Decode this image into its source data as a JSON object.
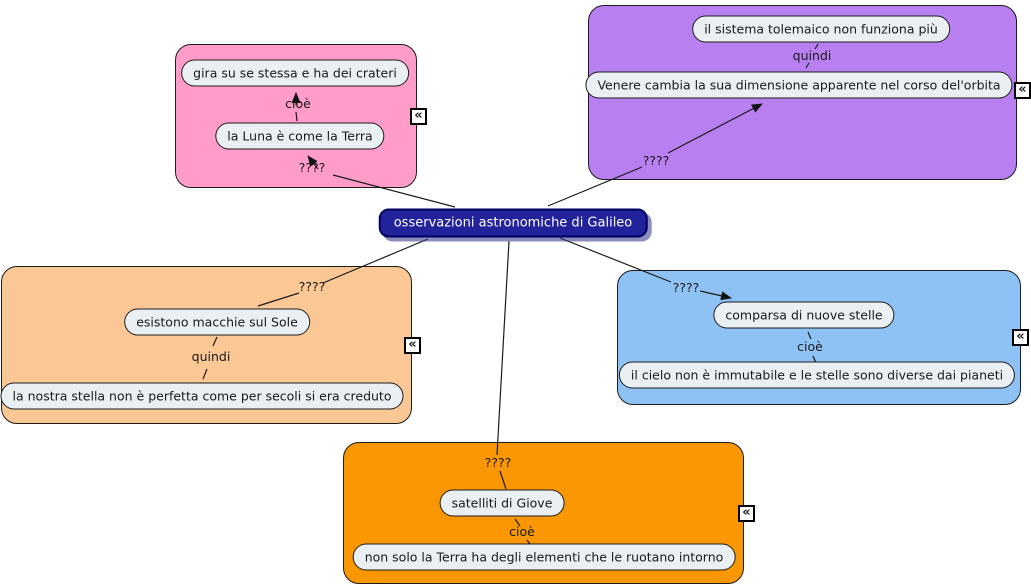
{
  "central_node": {
    "label": "osservazioni astronomiche di Galileo"
  },
  "groups": {
    "moon": {
      "question": "????",
      "link_label": "cioè",
      "top_concept": "gira su se stessa e ha dei crateri",
      "bottom_concept": "la Luna è come la Terra",
      "color": "#ff9cc9"
    },
    "venus": {
      "question": "????",
      "link_label": "quindi",
      "top_concept": "il sistema tolemaico non funziona più",
      "bottom_concept": "Venere cambia la sua dimensione apparente nel corso del'orbita",
      "color": "#b87ff0"
    },
    "sun": {
      "question": "????",
      "link_label": "quindi",
      "top_concept": "esistono macchie sul Sole",
      "bottom_concept": "la nostra stella non è perfetta come per secoli si era creduto",
      "color": "#fbc795"
    },
    "stars": {
      "question": "????",
      "link_label": "cioè",
      "top_concept": "comparsa di nuove stelle",
      "bottom_concept": "il cielo non è immutabile e le stelle sono diverse dai pianeti",
      "color": "#8fc2f4"
    },
    "jupiter": {
      "question": "????",
      "link_label": "cioè",
      "top_concept": "satelliti di Giove",
      "bottom_concept": "non solo la Terra ha degli elementi che le ruotano intorno",
      "color": "#fa9702"
    }
  },
  "icons": {
    "collapse": "«"
  },
  "colors": {
    "central_fill": "#22229b",
    "central_border": "#000060",
    "concept_fill": "#e9eff2",
    "concept_border": "#1c1c1c",
    "line": "#1b1b1b",
    "background": "#ffffff"
  }
}
